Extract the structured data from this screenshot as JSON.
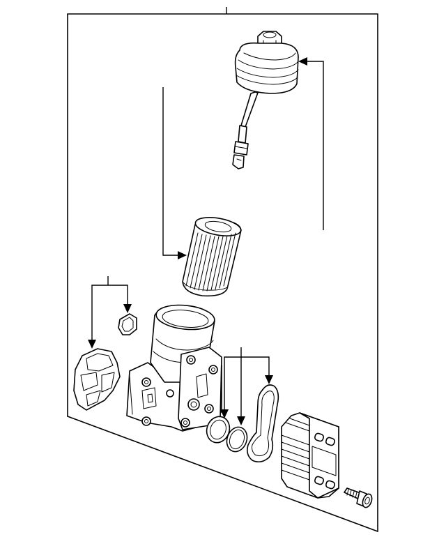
{
  "diagram": {
    "type": "exploded-parts-diagram",
    "parts": [
      {
        "id": "filter-cap",
        "icon": "filter-cap-with-dipstick"
      },
      {
        "id": "filter-element",
        "icon": "cylindrical-oil-filter"
      },
      {
        "id": "filter-housing",
        "icon": "oil-filter-housing"
      },
      {
        "id": "housing-gasket",
        "icon": "gasket"
      },
      {
        "id": "small-seal",
        "icon": "seal"
      },
      {
        "id": "o-rings",
        "icon": "o-ring"
      },
      {
        "id": "cooler-gasket",
        "icon": "gasket"
      },
      {
        "id": "oil-cooler",
        "icon": "oil-cooler"
      },
      {
        "id": "bolt",
        "icon": "bolt"
      }
    ],
    "colors": {
      "stroke": "#000000",
      "fill": "#ffffff"
    }
  }
}
